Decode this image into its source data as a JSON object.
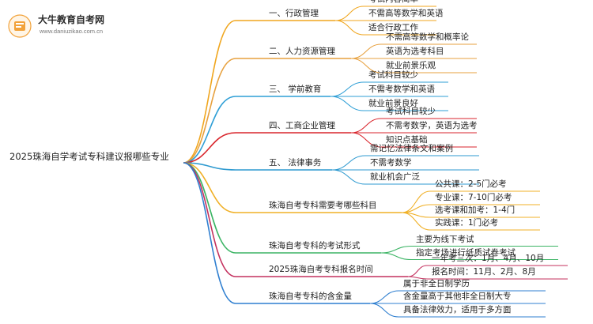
{
  "brand": {
    "name": "大牛教育自考网",
    "url": "www.daniuzikao.com.cn",
    "logo_color": "#f2a23a"
  },
  "root": {
    "label": "2025珠海自学考试专科建议报哪些专业"
  },
  "branches": [
    {
      "label": "一、行政管理",
      "color": "#f0a61e",
      "children": [
        "考试内容简单",
        "不需高等数学和英语",
        "适合行政工作"
      ]
    },
    {
      "label": "二、人力资源管理",
      "color": "#e7a13f",
      "children": [
        "不需高等数学和概率论",
        "英语为选考科目",
        "就业前景乐观"
      ]
    },
    {
      "label": "三、 学前教育",
      "color": "#2f9fd6",
      "children": [
        "考试科目较少",
        "不需考数学和英语",
        "就业前景良好"
      ]
    },
    {
      "label": "四、工商企业管理",
      "color": "#d9262d",
      "children": [
        "考试科目较少",
        "不需考数学，英语为选考",
        "知识点基础"
      ]
    },
    {
      "label": "五、 法律事务",
      "color": "#2e9ad0",
      "children": [
        "需记忆法律条文和案例",
        "不需考数学",
        "就业机会广泛"
      ]
    },
    {
      "label": "珠海自考专科需要考哪些科目",
      "color": "#f0b027",
      "children": [
        "公共课：2-5门必考",
        "专业课：7-10门必考",
        "选考课和加考：1-4门",
        "实践课：1门必考"
      ]
    },
    {
      "label": "珠海自考专科的考试形式",
      "color": "#3bb464",
      "children": [
        "主要为线下考试",
        "指定考场进行纸质试卷考试"
      ]
    },
    {
      "label": "2025珠海自考专科报名时间",
      "color": "#c4305e",
      "children": [
        "一年考三次：1月、4月、10月",
        "报名时间：11月、2月、8月"
      ]
    },
    {
      "label": "珠海自考专科的含金量",
      "color": "#2f7fd0",
      "children": [
        "属于非全日制学历",
        "含金量高于其他非全日制大专",
        "具备法律效力，适用于多方面"
      ]
    }
  ]
}
